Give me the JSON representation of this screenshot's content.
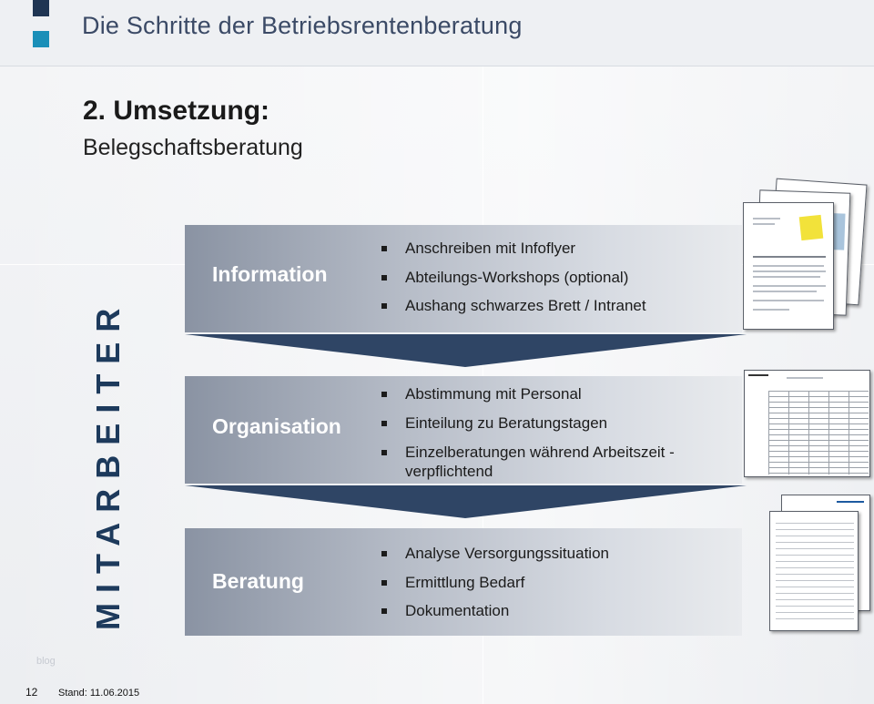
{
  "header": {
    "title": "Die Schritte der Betriebsrentenberatung"
  },
  "content": {
    "heading": "2. Umsetzung:",
    "subheading": "Belegschaftsberatung",
    "vertical_label": "MITARBEITER"
  },
  "steps": [
    {
      "title": "Information",
      "bullets": [
        "Anschreiben mit Infoflyer",
        "Abteilungs-Workshops (optional)",
        "Aushang schwarzes Brett / Intranet"
      ]
    },
    {
      "title": "Organisation",
      "bullets": [
        "Abstimmung mit Personal",
        "Einteilung zu Beratungstagen",
        "Einzelberatungen während Arbeitszeit - verpflichtend"
      ]
    },
    {
      "title": "Beratung",
      "bullets": [
        "Analyse Versorgungssituation",
        "Ermittlung Bedarf",
        "Dokumentation"
      ]
    }
  ],
  "footer": {
    "page_number": "12",
    "date_label": "Stand: 11.06.2015",
    "watermark": "blog"
  },
  "colors": {
    "title": "#3b4a66",
    "vertical_label": "#1d3a5c",
    "chevron": "#2f4565",
    "logo_dark": "#1f3553",
    "logo_accent": "#1a8fb8"
  }
}
